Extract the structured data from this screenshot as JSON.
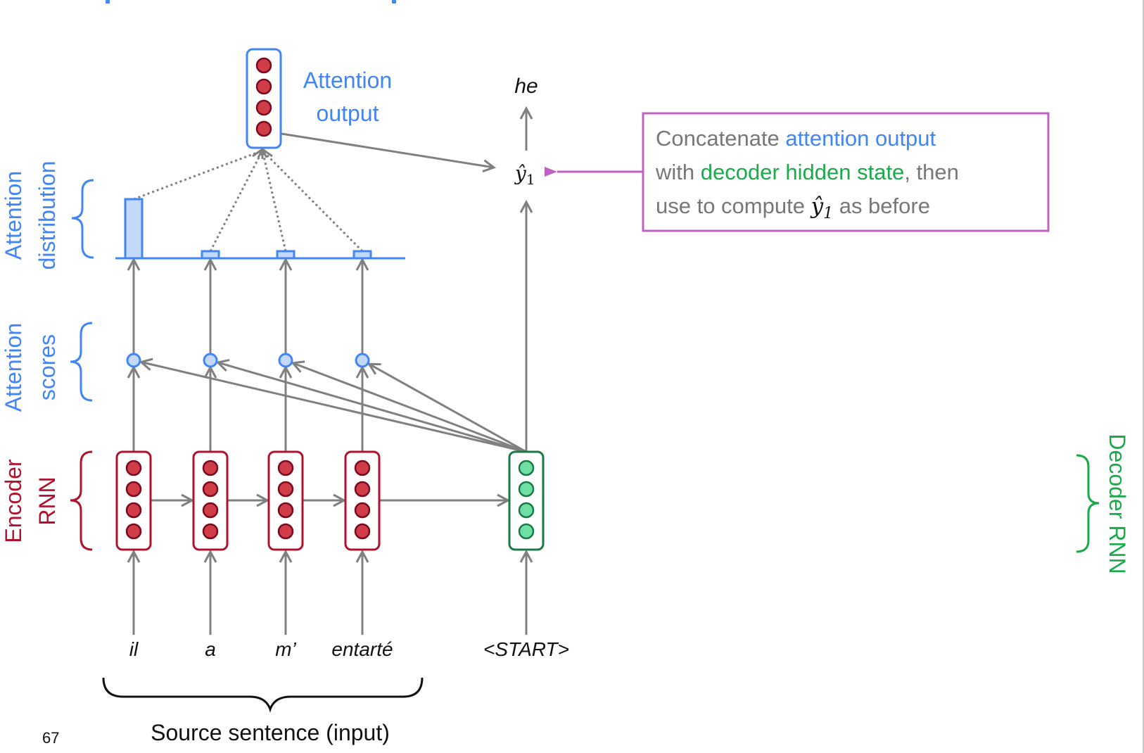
{
  "slide": {
    "page_number": "67"
  },
  "colors": {
    "blue": "#4285f4",
    "blue_fill": "#c2d9fb",
    "encoder_red": "#b0122d",
    "encoder_dot_fill": "#d13c49",
    "encoder_dot_stroke": "#7a0a1e",
    "decoder_green": "#1a7a45",
    "decoder_dot_fill": "#6fdfa5",
    "decoder_label_green": "#1aaa4a",
    "arrow_gray": "#808080",
    "purple": "#c060c0",
    "text_gray": "#777777",
    "black": "#111111"
  },
  "labels": {
    "attention_output": [
      "Attention",
      "output"
    ],
    "attention_distribution": [
      "Attention",
      "distribution"
    ],
    "attention_scores": [
      "Attention",
      "scores"
    ],
    "encoder_rnn": [
      "Encoder",
      "RNN"
    ],
    "decoder_rnn": "Decoder RNN",
    "source_sentence": "Source sentence (input)",
    "output_word": "he",
    "y_hat": "ŷ",
    "y_hat_sub": "1",
    "start_token": "<START>"
  },
  "source_words": [
    "il",
    "a",
    "m’",
    "entarté"
  ],
  "attention_weights": [
    1.0,
    0.12,
    0.12,
    0.12
  ],
  "callout": {
    "lines": [
      [
        {
          "text": "Concatenate ",
          "color": "gray"
        },
        {
          "text": "attention output",
          "color": "blue"
        }
      ],
      [
        {
          "text": "with ",
          "color": "gray"
        },
        {
          "text": "decoder hidden state",
          "color": "green"
        },
        {
          "text": ", then",
          "color": "gray"
        }
      ],
      [
        {
          "text": "use to compute ",
          "color": "gray"
        },
        {
          "text": "ŷ",
          "color": "math"
        },
        {
          "text": "1",
          "color": "mathsub"
        },
        {
          "text": " as before",
          "color": "gray"
        }
      ]
    ]
  }
}
